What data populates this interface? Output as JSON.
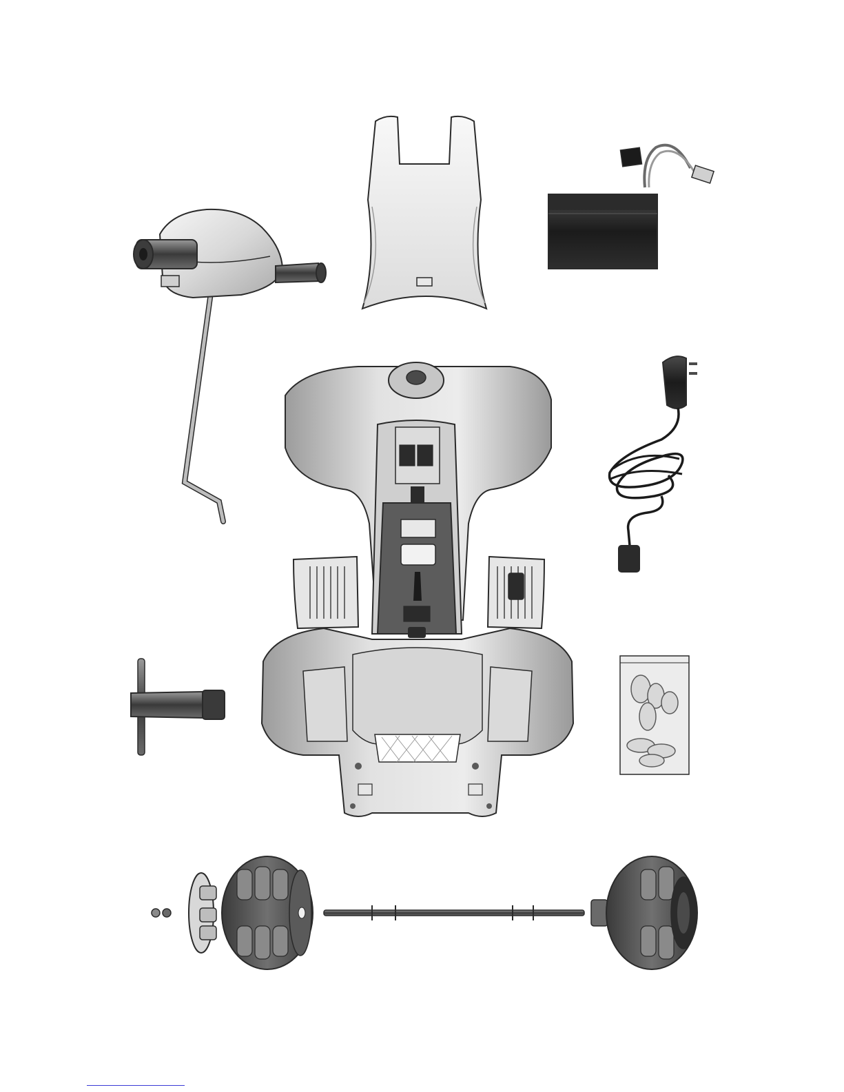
{
  "diagram": {
    "parts": [
      {
        "id": "steering-column",
        "icon": "steering-wheel-icon"
      },
      {
        "id": "seat",
        "icon": "seat-icon"
      },
      {
        "id": "battery",
        "icon": "battery-icon"
      },
      {
        "id": "charger",
        "icon": "charger-icon"
      },
      {
        "id": "vehicle-body",
        "icon": "vehicle-body-icon"
      },
      {
        "id": "wrench",
        "icon": "wrench-icon"
      },
      {
        "id": "hardware-bag",
        "icon": "hardware-bag-icon"
      },
      {
        "id": "wheel-hub-cap",
        "icon": "hub-cap-icon"
      },
      {
        "id": "wheel-left",
        "icon": "wheel-icon"
      },
      {
        "id": "rear-axle",
        "icon": "axle-icon"
      },
      {
        "id": "wheel-right",
        "icon": "wheel-icon"
      }
    ],
    "colors": {
      "outline": "#2a2a2a",
      "light_gray": "#e4e4e4",
      "mid_gray": "#b8b8b8",
      "dark_gray": "#5a5a5a",
      "black": "#1b1b1b",
      "link": "#3a3ad6"
    }
  }
}
